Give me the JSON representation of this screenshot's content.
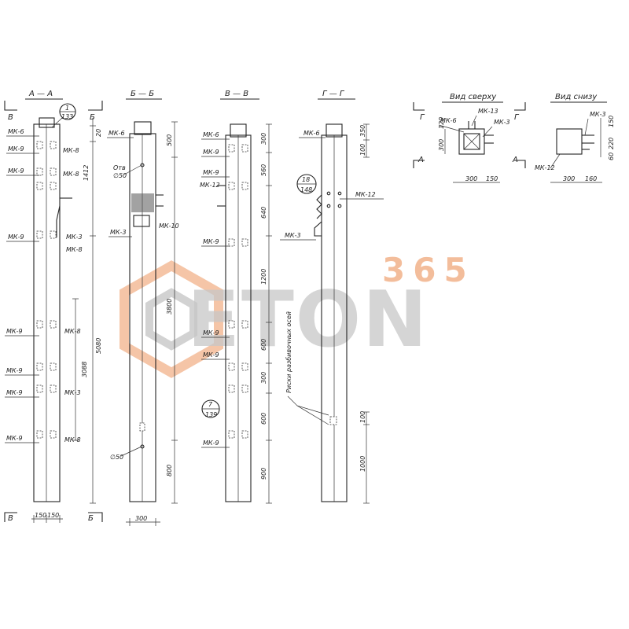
{
  "watermark": {
    "number": "365",
    "brand": "ETON",
    "accent": "#f2b28a",
    "gray": "#c7c7c7"
  },
  "sections": {
    "aa": {
      "title": "А — А",
      "marks": [
        "В",
        "Б",
        "В",
        "Б"
      ],
      "callout": {
        "num": "1",
        "sheet": "133"
      },
      "left_labels": [
        "МК-6",
        "МК-9",
        "МК-9",
        "МК-9",
        "МК-9",
        "МК-9",
        "МК-9",
        "МК-9"
      ],
      "right_labels": [
        "МК-8",
        "МК-8",
        "МК-3",
        "МК-8",
        "МК-8",
        "МК-3",
        "МК-8"
      ],
      "dims_v": [
        "20",
        "1412",
        "5080",
        "3088"
      ],
      "dims_h": [
        "150",
        "150"
      ]
    },
    "bb": {
      "title": "Б — Б",
      "labels": [
        "МК-6",
        "МК-3",
        "МК-10"
      ],
      "holes": [
        "Отв",
        "∅50",
        "∅50"
      ],
      "dims_v": [
        "500",
        "3800",
        "800"
      ],
      "dims_h": [
        "300"
      ]
    },
    "vv": {
      "title": "В — В",
      "labels": [
        "МК-6",
        "МК-9",
        "МК-9",
        "МК-12",
        "МК-9",
        "МК-9",
        "МК-9",
        "МК-9"
      ],
      "callout": {
        "num": "7",
        "sheet": "139"
      },
      "dims_v": [
        "300",
        "560",
        "640",
        "1200",
        "600",
        "300",
        "600",
        "900"
      ]
    },
    "gg": {
      "title": "Г — Г",
      "labels": [
        "МК-6",
        "МК-12",
        "МК-3"
      ],
      "callout": {
        "num": "18",
        "sheet": "148"
      },
      "note": "Риски разбивочных осей",
      "dims_v": [
        "350",
        "100",
        "100",
        "1000"
      ]
    },
    "top_view": {
      "title": "Вид сверху",
      "marks": [
        "Г",
        "Г",
        "А",
        "А"
      ],
      "labels": [
        "МК-6",
        "МК-13",
        "МК-3"
      ],
      "dims": [
        "120",
        "300",
        "300",
        "150"
      ]
    },
    "bottom_view": {
      "title": "Вид снизу",
      "labels": [
        "МК-3",
        "МК-12"
      ],
      "dims": [
        "150",
        "220",
        "60",
        "300",
        "160"
      ]
    }
  }
}
